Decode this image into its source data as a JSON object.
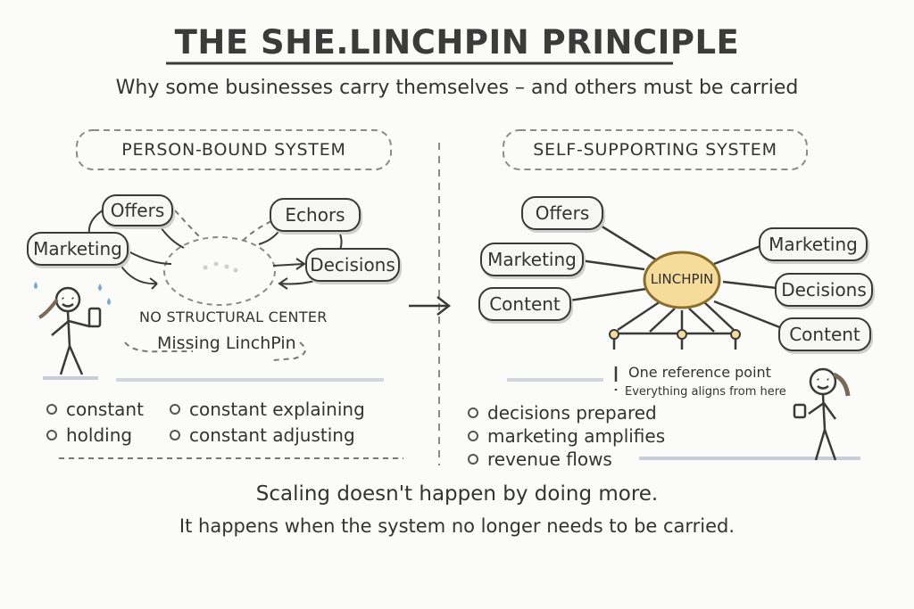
{
  "header": {
    "title": "THE SHE.LINCHPIN PRINCIPLE",
    "subtitle": "Why some businesses carry themselves – and others must be carried"
  },
  "left": {
    "title": "PERSON-BOUND SYSTEM",
    "nodes": [
      "Offers",
      "Marketing",
      "Echors",
      "Decisions"
    ],
    "center_label": "NO STRUCTURAL CENTER",
    "missing_label": "Missing LinchPin",
    "bullets_col1": [
      "constant",
      "holding"
    ],
    "bullets_col2": [
      "constant explaining",
      "constant adjusting"
    ]
  },
  "right": {
    "title": "SELF-SUPPORTING SYSTEM",
    "hub": "LINCHPIN",
    "nodes_left": [
      "Offers",
      "Marketing",
      "Content"
    ],
    "nodes_right": [
      "Marketing",
      "Decisions",
      "Content"
    ],
    "ref_point": "One reference point",
    "ref_sub": "Everything aligns from here",
    "bullets": [
      "decisions prepared",
      "marketing amplifies",
      "revenue flows"
    ]
  },
  "footer": {
    "line1": "Scaling doesn't happen by doing more.",
    "line2": "It happens when the system no longer needs to be carried."
  },
  "colors": {
    "ink": "#3a3a3a",
    "hub_fill": "#f6dc9a",
    "hub_stroke": "#c9a24a",
    "ground": "#d3d6dc"
  }
}
